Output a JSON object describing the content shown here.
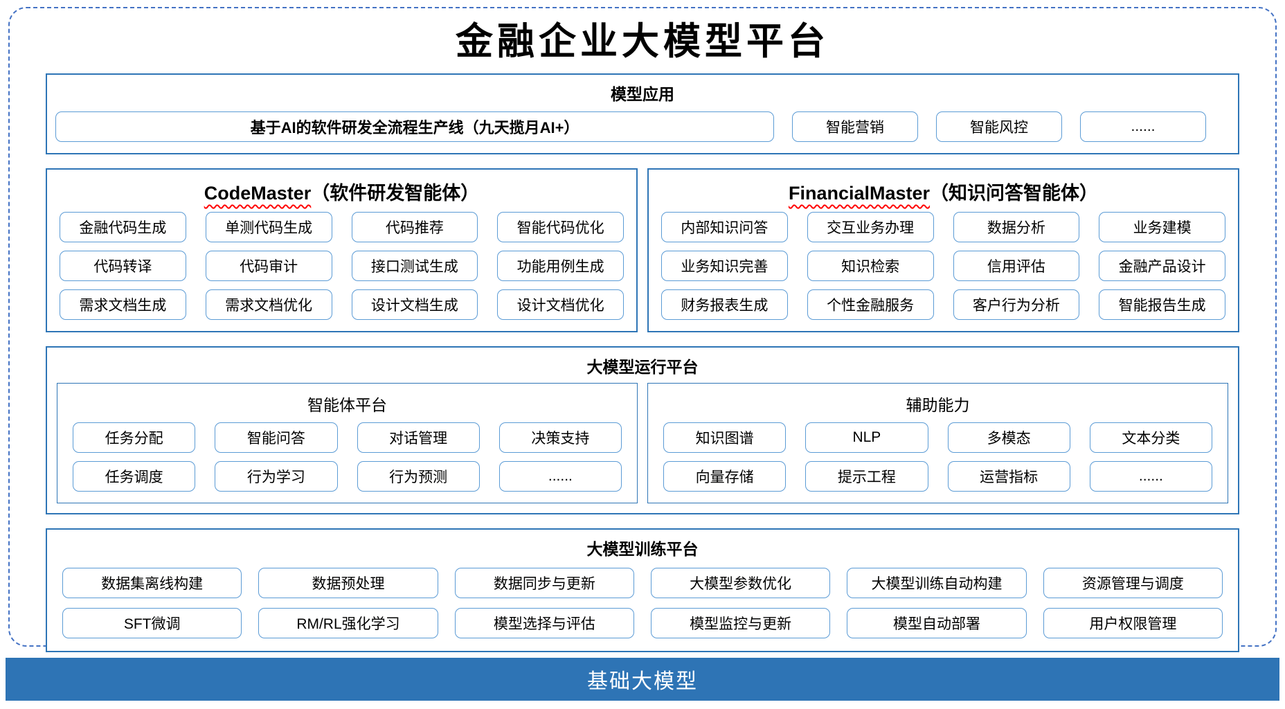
{
  "title": "金融企业大模型平台",
  "colors": {
    "outer_dashed_border": "#4472C4",
    "section_border": "#2E75B6",
    "item_border": "#5B9BD5",
    "spellcheck_underline": "#FF0000",
    "footer_background": "#2E74B5",
    "footer_text": "#FFFFFF"
  },
  "sections": {
    "model_app": {
      "title": "模型应用",
      "main_item": "基于AI的软件研发全流程生产线（九天揽月AI+）",
      "items": [
        "智能营销",
        "智能风控",
        "......"
      ]
    },
    "code_master": {
      "title_en": "CodeMaster",
      "title_zh": "（软件研发智能体）",
      "items": [
        "金融代码生成",
        "单测代码生成",
        "代码推荐",
        "智能代码优化",
        "代码转译",
        "代码审计",
        "接口测试生成",
        "功能用例生成",
        "需求文档生成",
        "需求文档优化",
        "设计文档生成",
        "设计文档优化"
      ]
    },
    "financial_master": {
      "title_en": "FinancialMaster",
      "title_zh": "（知识问答智能体）",
      "items": [
        "内部知识问答",
        "交互业务办理",
        "数据分析",
        "业务建模",
        "业务知识完善",
        "知识检索",
        "信用评估",
        "金融产品设计",
        "财务报表生成",
        "个性金融服务",
        "客户行为分析",
        "智能报告生成"
      ]
    },
    "runtime_platform": {
      "title": "大模型运行平台",
      "subsections": [
        {
          "title": "智能体平台",
          "items": [
            "任务分配",
            "智能问答",
            "对话管理",
            "决策支持",
            "任务调度",
            "行为学习",
            "行为预测",
            "......"
          ]
        },
        {
          "title": "辅助能力",
          "items": [
            "知识图谱",
            "NLP",
            "多模态",
            "文本分类",
            "向量存储",
            "提示工程",
            "运营指标",
            "......"
          ]
        }
      ]
    },
    "training_platform": {
      "title": "大模型训练平台",
      "items": [
        "数据集离线构建",
        "数据预处理",
        "数据同步与更新",
        "大模型参数优化",
        "大模型训练自动构建",
        "资源管理与调度",
        "SFT微调",
        "RM/RL强化学习",
        "模型选择与评估",
        "模型监控与更新",
        "模型自动部署",
        "用户权限管理"
      ]
    },
    "foundation": {
      "title": "基础大模型"
    }
  }
}
